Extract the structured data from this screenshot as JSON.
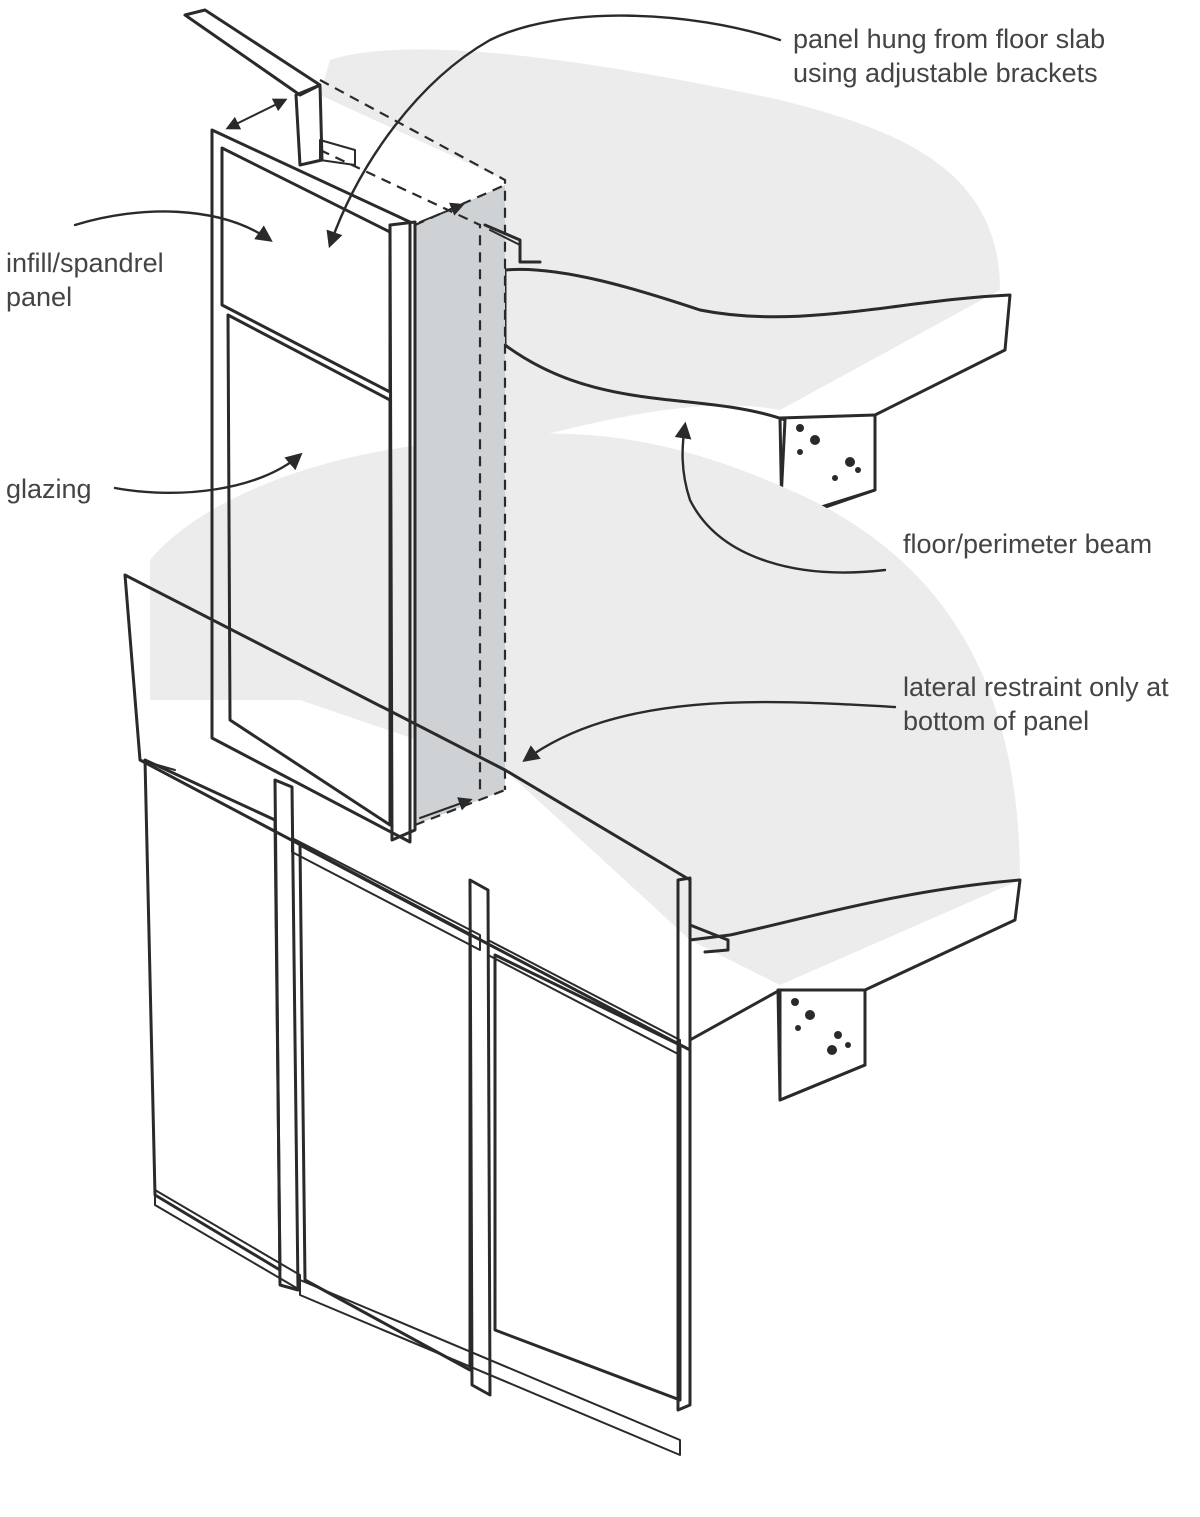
{
  "labels": {
    "panel_hung_line1": "panel hung from floor slab",
    "panel_hung_line2": "using adjustable brackets",
    "infill_line1": "infill/spandrel",
    "infill_line2": "panel",
    "glazing": "glazing",
    "floor_beam": "floor/perimeter beam",
    "lateral_line1": "lateral restraint only at",
    "lateral_line2": "bottom of panel"
  },
  "colors": {
    "spandrel": "#cdd7a2",
    "frame": "#e6e6a8",
    "slab_top": "#ececec",
    "slab_edge": "#c8cbcd",
    "glazing_light": "#ffffff",
    "glazing_dark": "#9fb2de",
    "ink": "#2a2a2a",
    "text": "#444444"
  }
}
